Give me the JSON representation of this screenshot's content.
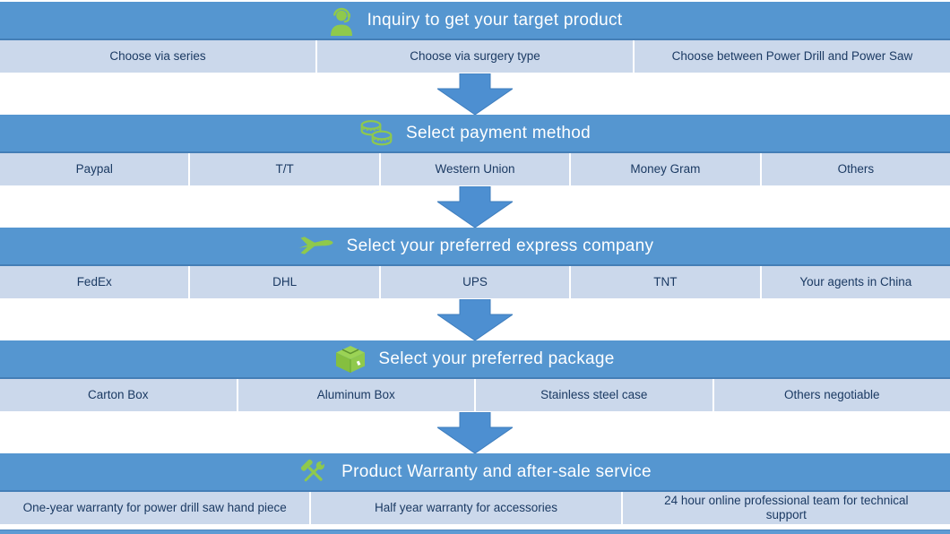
{
  "colors": {
    "header-blue": "#5596d0",
    "row-blue": "#cbd8eb",
    "arrow-blue": "#4d8fd1",
    "icon-green": "#8fc94c",
    "row-text": "#1b3a63",
    "header-text": "#ffffff"
  },
  "sections": [
    {
      "icon": "support-agent-icon",
      "title": "Inquiry to get your target product",
      "options": [
        "Choose via series",
        "Choose via surgery type",
        "Choose between Power Drill and Power Saw"
      ]
    },
    {
      "icon": "coins-icon",
      "title": "Select payment method",
      "options": [
        "Paypal",
        "T/T",
        "Western Union",
        "Money Gram",
        "Others"
      ]
    },
    {
      "icon": "airplane-icon",
      "title": "Select your preferred express company",
      "options": [
        "FedEx",
        "DHL",
        "UPS",
        "TNT",
        "Your agents in China"
      ]
    },
    {
      "icon": "package-box-icon",
      "title": "Select your preferred package",
      "options": [
        "Carton Box",
        "Aluminum Box",
        "Stainless steel case",
        "Others negotiable"
      ]
    },
    {
      "icon": "tools-icon",
      "title": "Product Warranty and after-sale service",
      "options": [
        "One-year warranty for power drill saw hand piece",
        "Half year warranty for accessories",
        "24 hour online professional team for technical support"
      ]
    }
  ]
}
